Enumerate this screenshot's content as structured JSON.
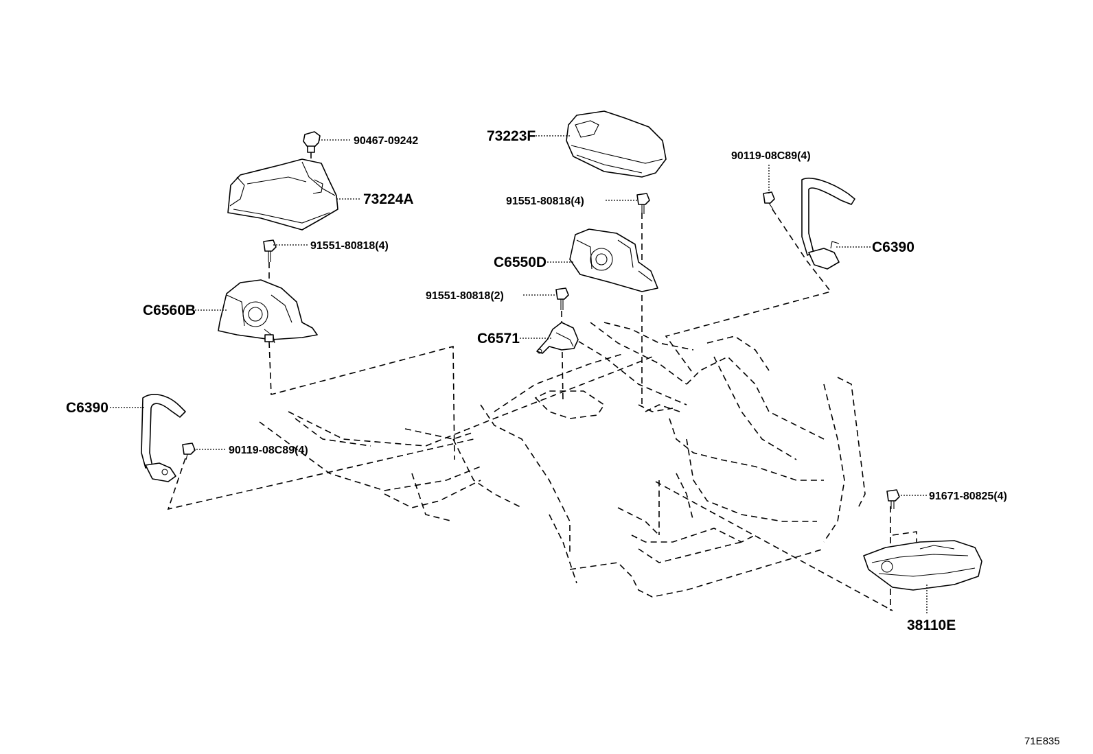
{
  "callouts": {
    "c_90467": "90467-09242",
    "c_73224A": "73224A",
    "c_73223F": "73223F",
    "c_91551_4_left": "91551-80818(4)",
    "c_91551_4_mid": "91551-80818(4)",
    "c_91551_2": "91551-80818(2)",
    "c_C6560B": "C6560B",
    "c_C6550D": "C6550D",
    "c_C6571": "C6571",
    "c_90119_right": "90119-08C89(4)",
    "c_C6390_right": "C6390",
    "c_C6390_left": "C6390",
    "c_90119_left": "90119-08C89(4)",
    "c_91671": "91671-80825(4)",
    "c_38110E": "38110E"
  },
  "diagram_ref": "71E835"
}
